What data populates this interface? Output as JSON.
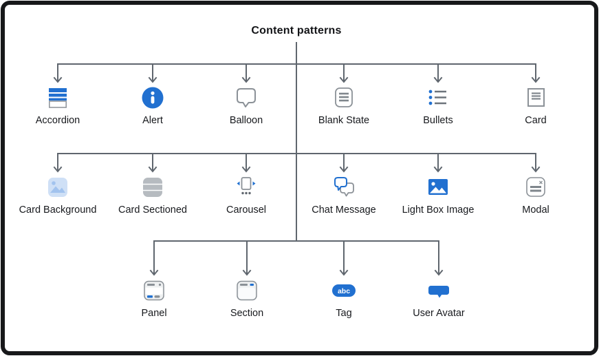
{
  "title": "Content patterns",
  "diagram": {
    "rows": [
      {
        "name": "row-1",
        "items": [
          {
            "label": "Accordion",
            "icon": "accordion"
          },
          {
            "label": "Alert",
            "icon": "alert"
          },
          {
            "label": "Balloon",
            "icon": "balloon"
          },
          {
            "label": "Blank State",
            "icon": "blank-state"
          },
          {
            "label": "Bullets",
            "icon": "bullets"
          },
          {
            "label": "Card",
            "icon": "card"
          }
        ]
      },
      {
        "name": "row-2",
        "items": [
          {
            "label": "Card Background",
            "icon": "card-background"
          },
          {
            "label": "Card Sectioned",
            "icon": "card-sectioned"
          },
          {
            "label": "Carousel",
            "icon": "carousel"
          },
          {
            "label": "Chat Message",
            "icon": "chat-message"
          },
          {
            "label": "Light Box Image",
            "icon": "light-box-image"
          },
          {
            "label": "Modal",
            "icon": "modal"
          }
        ]
      },
      {
        "name": "row-3",
        "items": [
          {
            "label": "Panel",
            "icon": "panel"
          },
          {
            "label": "Section",
            "icon": "section"
          },
          {
            "label": "Tag",
            "icon": "tag"
          },
          {
            "label": "User Avatar",
            "icon": "user-avatar"
          }
        ]
      }
    ],
    "tag_icon_text": "abc"
  },
  "colors": {
    "accent_blue": "#2170d0",
    "light_blue_fill": "#cfe0f6",
    "light_blue_glyph": "#a2c3ee",
    "connector_gray": "#5f666e",
    "icon_gray": "#8b9197",
    "icon_line_gray": "#7f868c",
    "icon_fill_gray": "#b6bbc0",
    "panel_fill": "#eef0f1",
    "text_dark": "#17191d"
  }
}
